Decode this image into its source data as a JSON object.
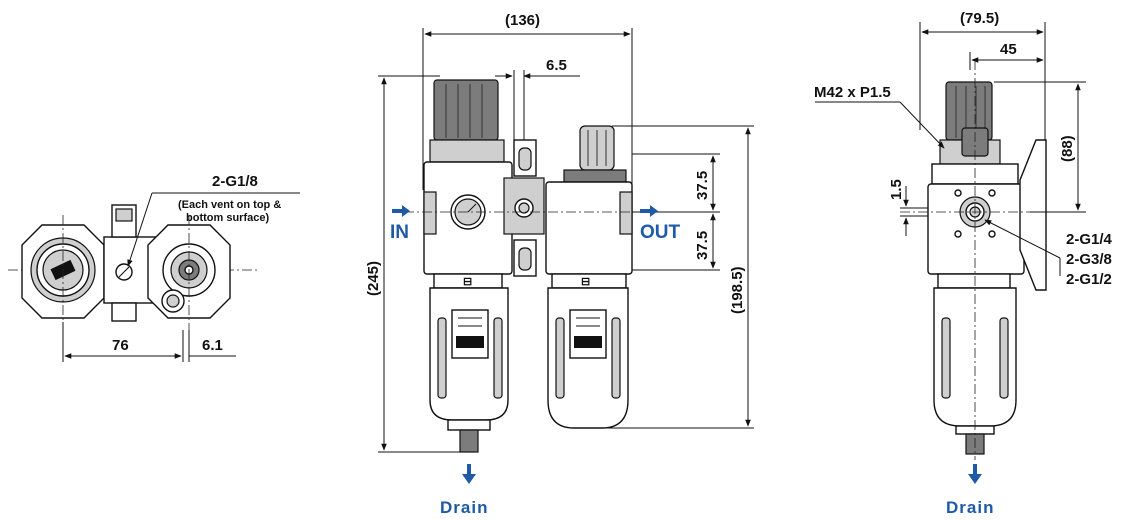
{
  "views": {
    "top": {
      "port_label": "2-G1/8",
      "vent_note_line1": "(Each vent on top &",
      "vent_note_line2": "bottom surface)",
      "dim_width": "76",
      "dim_offset": "6.1"
    },
    "front": {
      "dim_total_width": "(136)",
      "dim_gap": "6.5",
      "dim_total_height": "(245)",
      "dim_lubricator_height": "(198.5)",
      "dim_upper": "37.5",
      "dim_lower": "37.5",
      "inlet_label": "IN",
      "outlet_label": "OUT",
      "drain_label": "Drain"
    },
    "side": {
      "dim_total_width": "(79.5)",
      "dim_offset": "45",
      "thread_label": "M42 x P1.5",
      "dim_height": "(88)",
      "dim_small": "1.5",
      "port_sizes": [
        "2-G1/4",
        "2-G3/8",
        "2-G1/2"
      ],
      "drain_label": "Drain"
    }
  },
  "colors": {
    "accent": "#1f5aa6",
    "line": "#111111",
    "shade": "#cfcfcf"
  }
}
